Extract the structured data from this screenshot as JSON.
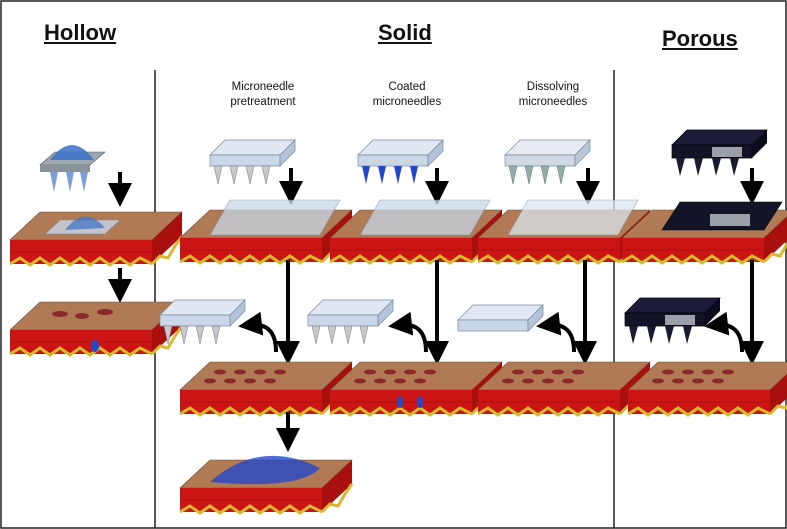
{
  "sections": {
    "hollow": {
      "title": "Hollow"
    },
    "solid": {
      "title": "Solid",
      "columns": [
        {
          "label_line1": "Microneedle",
          "label_line2": "pretreatment"
        },
        {
          "label_line1": "Coated",
          "label_line2": "microneedles"
        },
        {
          "label_line1": "Dissolving",
          "label_line2": "microneedles"
        }
      ]
    },
    "porous": {
      "title": "Porous"
    }
  },
  "colors": {
    "skin_top": "#b07a55",
    "skin_red": "#cc1414",
    "skin_yellow": "#d8b830",
    "patch_fill": "#c9d7e8",
    "drug_blue": "#2348c8",
    "porous_dark": "#141428",
    "arrow": "#000000"
  },
  "icons": [
    "down-arrow-icon",
    "curved-arrow-icon"
  ]
}
